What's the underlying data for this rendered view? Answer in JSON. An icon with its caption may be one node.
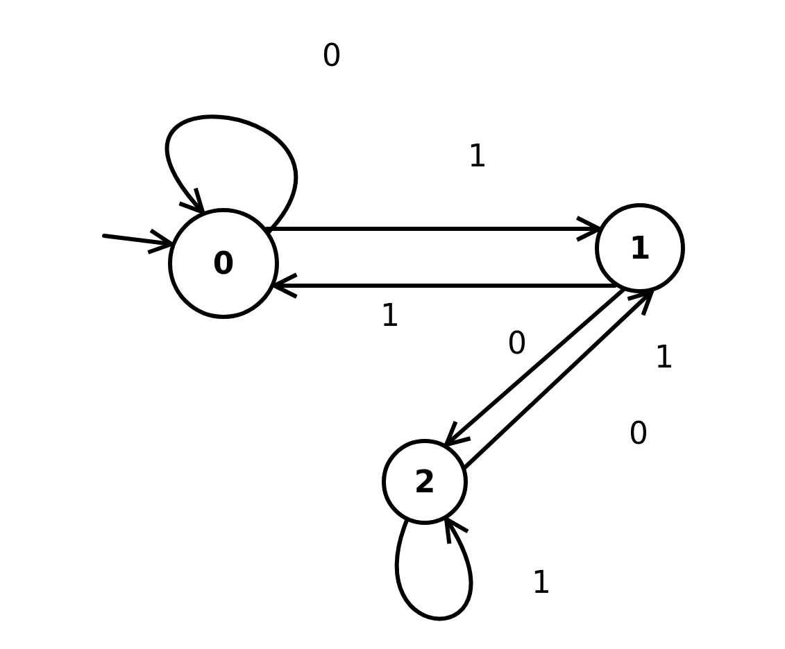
{
  "diagram": {
    "nodes": [
      {
        "text": [
          "0"
        ]
      },
      {
        "text": [
          "1"
        ]
      },
      {
        "text": [
          "2"
        ]
      }
    ],
    "edges": [
      {
        "from": null,
        "to": 0,
        "arrow": "to"
      },
      {
        "from": 0,
        "to": 0,
        "arrow": "to",
        "label": "0"
      },
      {
        "from": 0,
        "to": 1,
        "arrow": "to",
        "label": "1"
      },
      {
        "from": 1,
        "to": 0,
        "arrow": "to",
        "label": "1"
      },
      {
        "from": 1,
        "to": 2,
        "arrow": "to",
        "label": "0"
      },
      {
        "from": 2,
        "to": 1,
        "arrow": "to",
        "label": "0"
      },
      {
        "from": 2,
        "to": 2,
        "arrow": "to",
        "label": "1"
      }
    ],
    "labels": [
      "1"
    ]
  }
}
